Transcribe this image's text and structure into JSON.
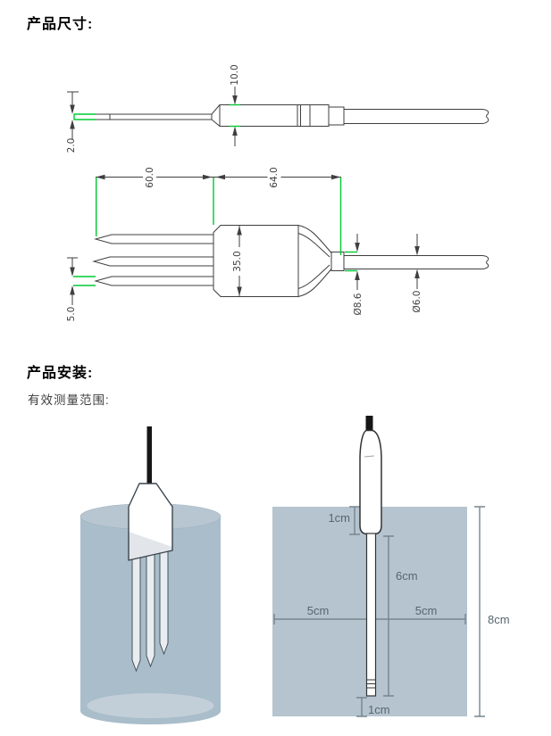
{
  "page": {
    "title_dimensions": "产品尺寸:",
    "title_installation": "产品安装:",
    "subtitle_range": "有效测量范围:"
  },
  "colors": {
    "cad_line": "#3f3f3f",
    "accent_green": "#00C832",
    "dim_line": "#76868f",
    "dim_text": "#56676f",
    "soil": "#b5c4ce",
    "cylinder_body": "#a9bdca",
    "cylinder_top": "#b8c6d1",
    "cylinder_inner": "#c3cfd8",
    "probe_underground": "#e2e6ea",
    "cable_black": "#161616"
  },
  "dims": {
    "side": {
      "needle_thickness": "2.0",
      "body_diameter": "10.0"
    },
    "front": {
      "probe_length": "60.0",
      "body_length": "64.0",
      "body_diameter": "35.0",
      "needle_diameter": "5.0",
      "gland_diameter": "Ø8.6",
      "cable_diameter": "Ø6.0"
    }
  },
  "install": {
    "top_insert": "1cm",
    "probe_depth": "6cm",
    "left_range": "5cm",
    "right_range": "5cm",
    "total_depth": "8cm",
    "bottom_clearance": "1cm"
  }
}
